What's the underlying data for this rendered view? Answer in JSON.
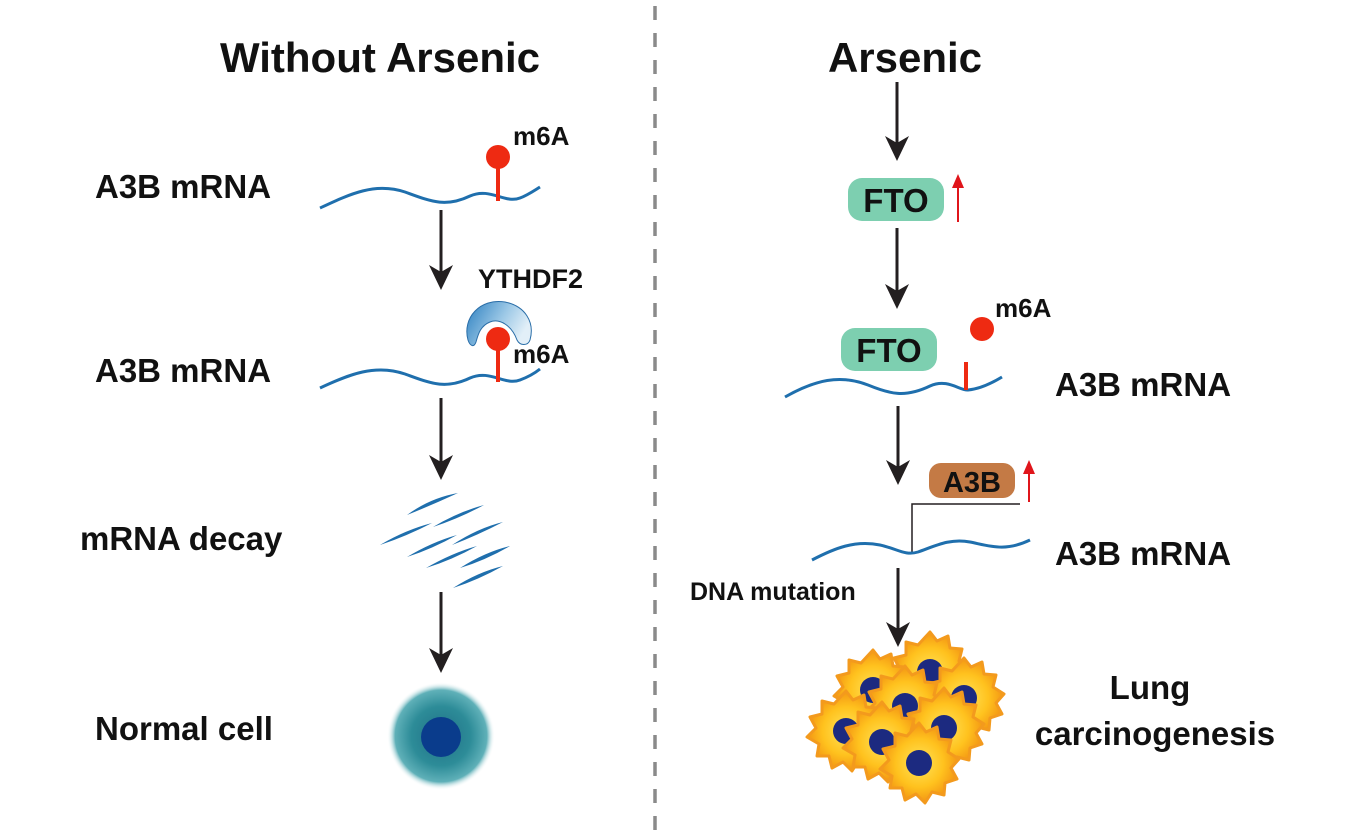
{
  "left_panel": {
    "title": "Without Arsenic",
    "steps": [
      {
        "label": "A3B mRNA",
        "mark": "m6A"
      },
      {
        "label": "A3B mRNA",
        "mark": "m6A",
        "reader": "YTHDF2"
      },
      {
        "label": "mRNA decay"
      },
      {
        "label": "Normal cell"
      }
    ]
  },
  "right_panel": {
    "title": "Arsenic",
    "fto_label": "FTO",
    "fto_bound_label": "FTO",
    "m6a_label": "m6A",
    "mrna_label_1": "A3B mRNA",
    "a3b_label": "A3B",
    "mrna_label_2": "A3B mRNA",
    "dna_mutation_label": "DNA mutation",
    "outcome_line1": "Lung",
    "outcome_line2": "carcinogenesis"
  },
  "colors": {
    "mrna_strand": "#1f6fad",
    "m6a_mark": "#ee2a12",
    "arrow": "#231f20",
    "up_arrow": "#e0151b",
    "fto_box": "#7dcfb0",
    "a3b_box": "#c47a45",
    "divider": "#8a8a8a",
    "cell_nucleus": "#0a3c8c",
    "tumor_cell": "#f7a11a",
    "tumor_nucleus": "#1c2a80"
  }
}
